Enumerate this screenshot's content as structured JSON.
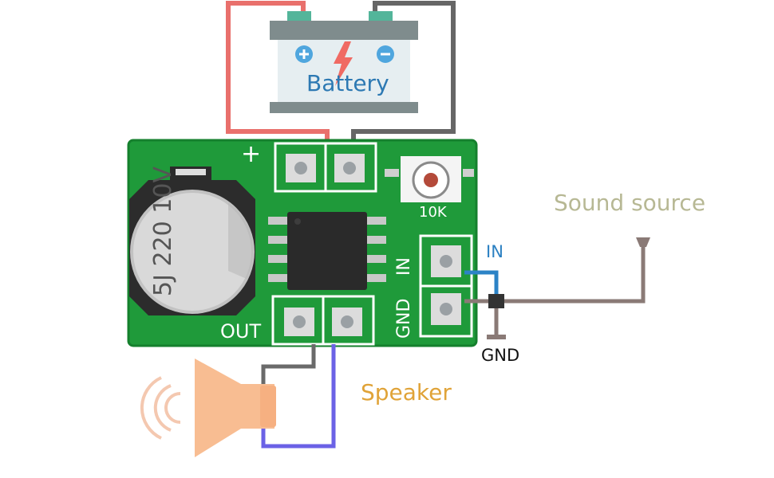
{
  "labels": {
    "battery": "Battery",
    "sound_source": "Sound source",
    "speaker": "Speaker",
    "in_wire": "IN",
    "gnd_wire": "GND",
    "out_pins": "OUT",
    "plus_mark": "+",
    "in_pin": "IN",
    "gnd_pin": "GND",
    "pot_value": "10K",
    "capacitor_marking": "5J 220 10V"
  },
  "icons": {
    "battery_plus": "plus-icon",
    "battery_minus": "minus-icon",
    "lightning": "lightning-icon",
    "speaker": "speaker-icon",
    "sound_waves": "sound-waves-icon"
  },
  "colors": {
    "battery_label": "#2d79b3",
    "sound_source_label": "#b7b894",
    "speaker_label": "#e0a338",
    "in_label": "#2b80c2",
    "gnd_label": "#111111",
    "pcb": "#1f9a3a",
    "positive_wire": "#e9706c",
    "negative_wire": "#666666",
    "signal_wire": "#8a7a76",
    "in_wire": "#2c83c6",
    "speaker_wire_a": "#6a6a6a",
    "speaker_wire_b": "#6b62e6",
    "speaker_body": "#f8bd92"
  }
}
